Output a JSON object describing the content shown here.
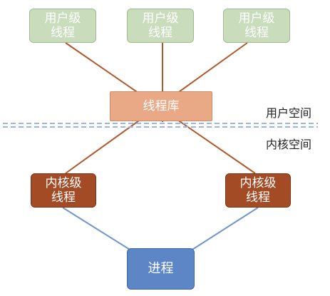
{
  "user_threads": [
    {
      "line1": "用户级",
      "line2": "线程"
    },
    {
      "line1": "用户级",
      "line2": "线程"
    },
    {
      "line1": "用户级",
      "line2": "线程"
    }
  ],
  "thread_library": {
    "label": "线程库"
  },
  "user_space_label": "用户空间",
  "kernel_space_label": "内核空间",
  "kernel_threads": [
    {
      "line1": "内核级",
      "line2": "线程"
    },
    {
      "line1": "内核级",
      "line2": "线程"
    }
  ],
  "process": {
    "label": "进程"
  },
  "colors": {
    "mapping_line": "#b1582a",
    "process_line": "#6f97cc",
    "boundary_line": "#9bb6d9"
  }
}
